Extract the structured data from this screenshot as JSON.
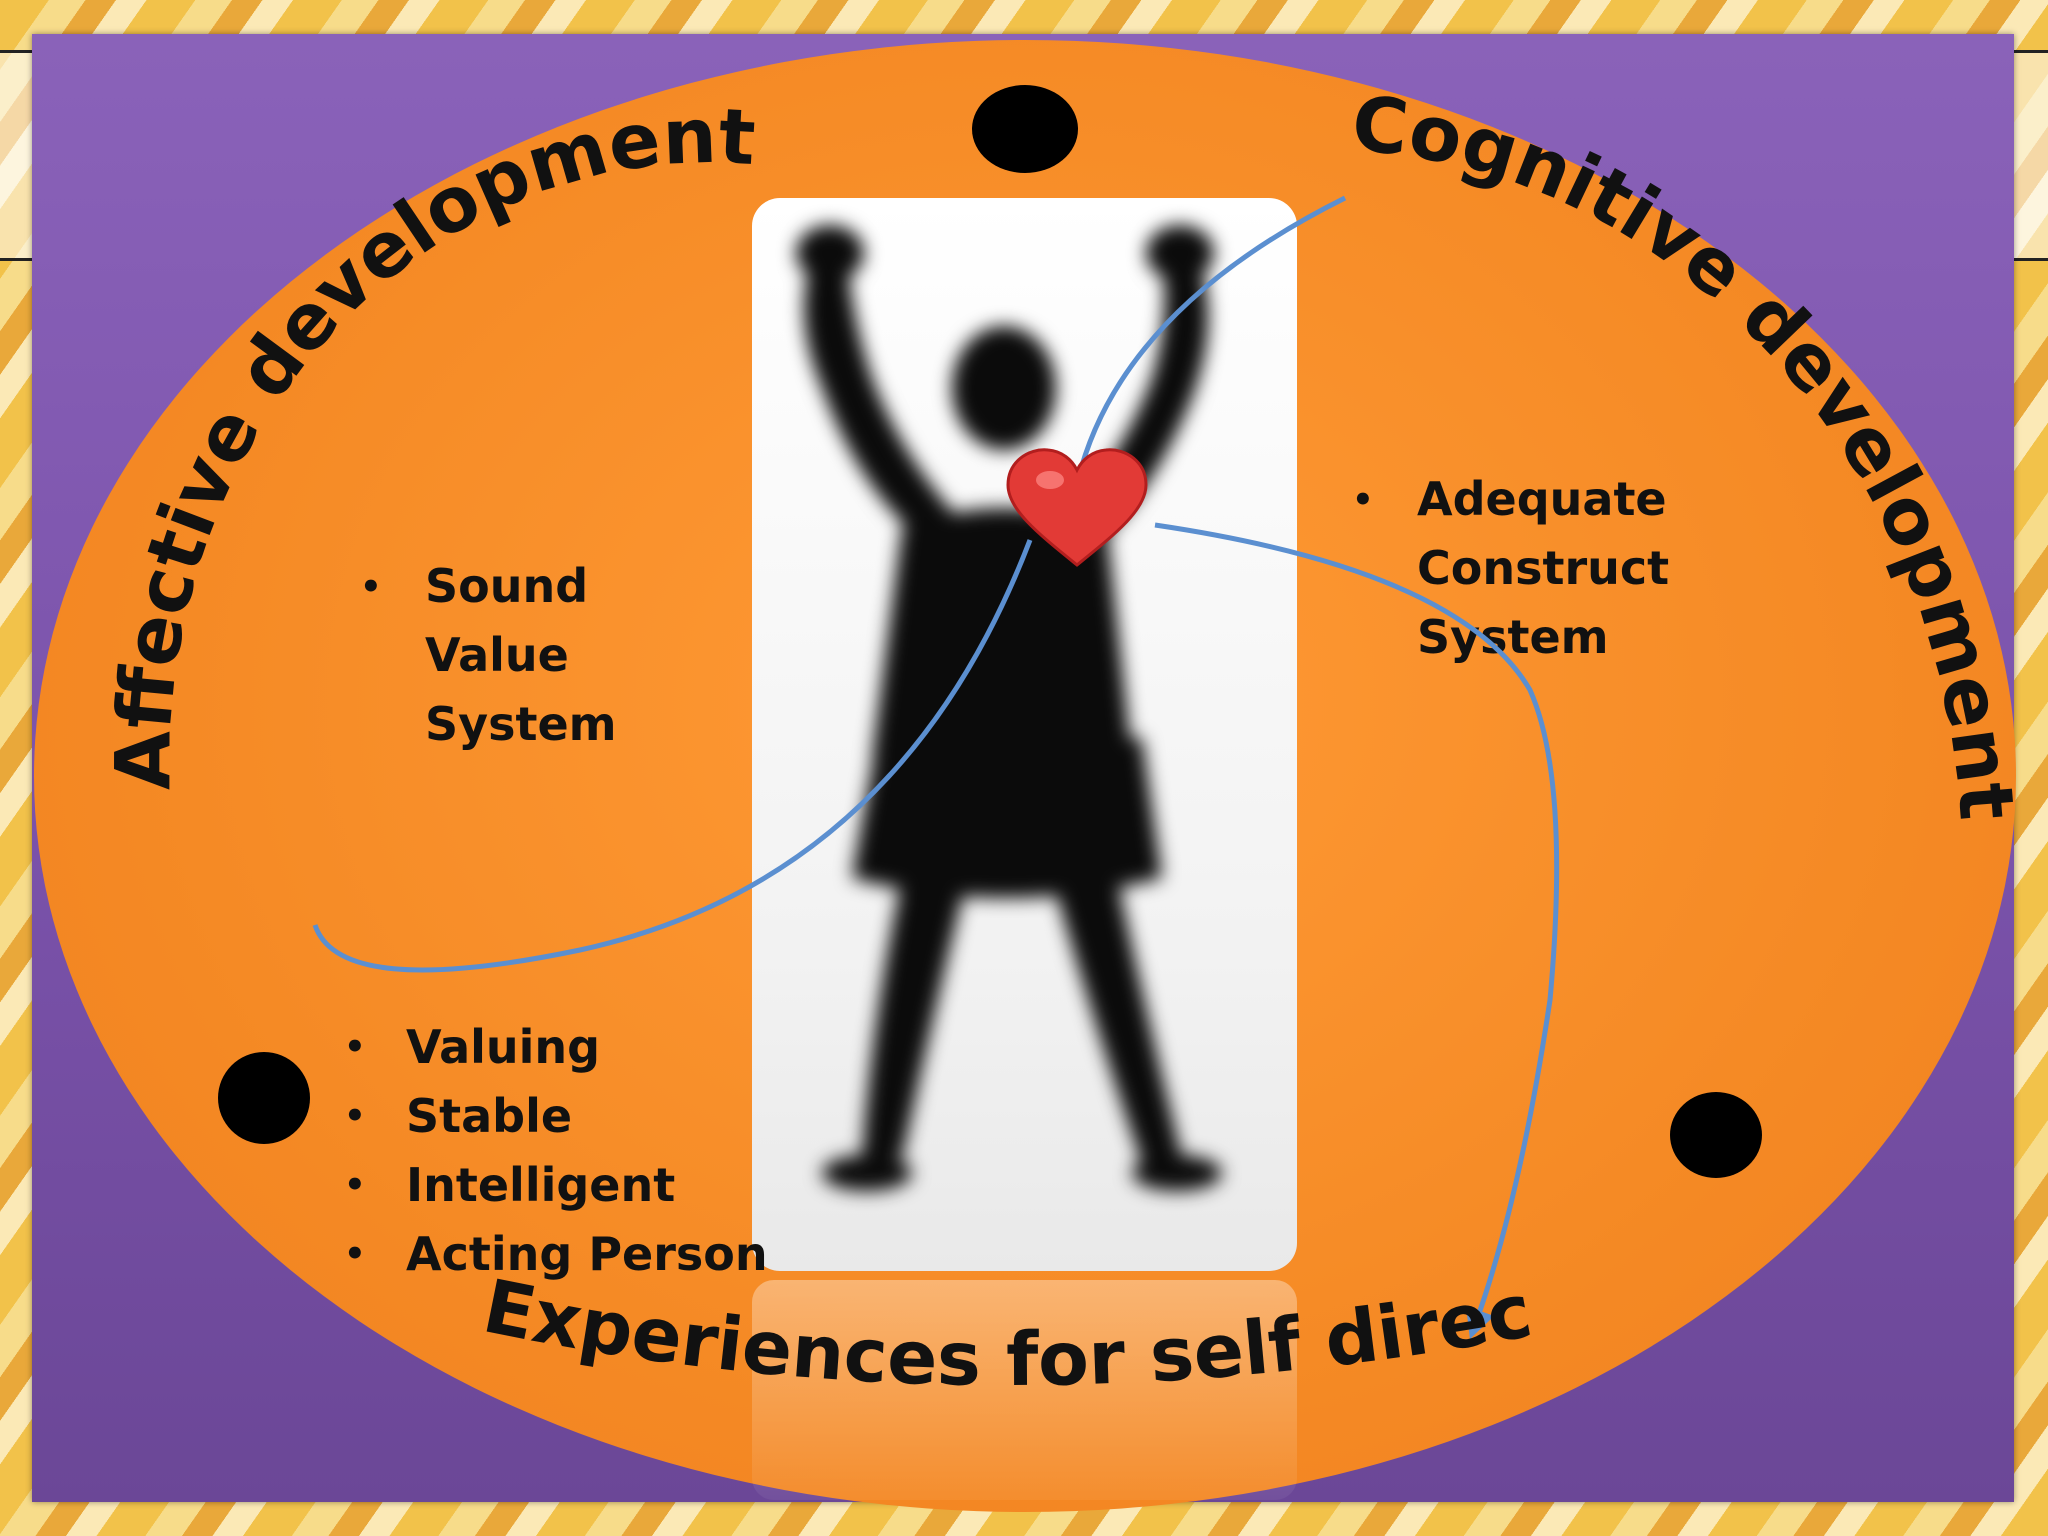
{
  "diagram": {
    "arc_labels": {
      "affective": "Affective development",
      "cognitive": "Cognitive development",
      "experiences": "Experiences for self direc"
    },
    "affective_points": [
      "Sound",
      "Value",
      "System"
    ],
    "cognitive_points": [
      "Adequate",
      "Construct",
      "System"
    ],
    "outcome_points": [
      "Valuing",
      "Stable",
      "Intelligent",
      "Acting Person"
    ]
  },
  "icons": {
    "heart": "heart-icon",
    "figure": "person-silhouette",
    "markers": "black-dot"
  },
  "colors": {
    "background": "#7a52aa",
    "ellipse": "#f58a25",
    "connector": "#5b8fd0",
    "heart": "#e23a36",
    "text": "#111111"
  }
}
